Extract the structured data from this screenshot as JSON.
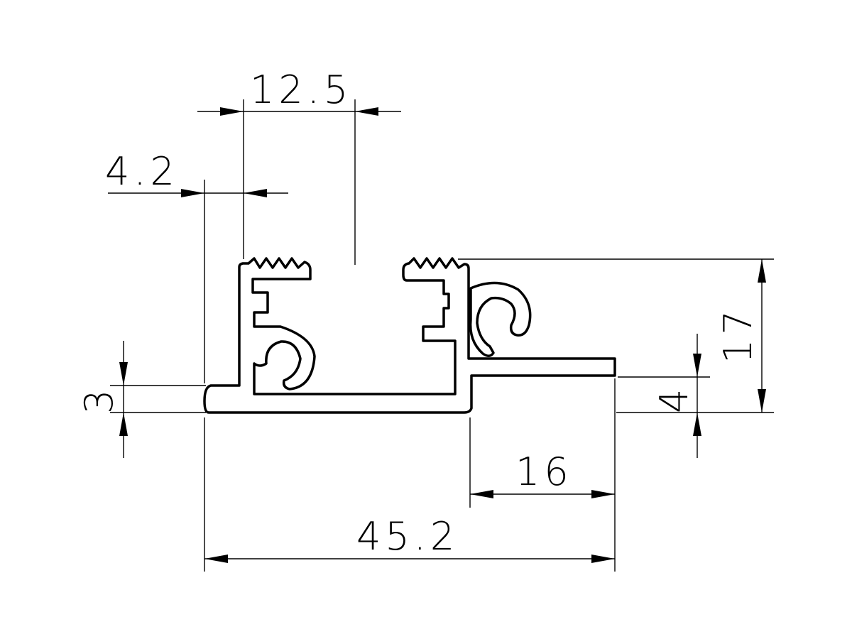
{
  "colors": {
    "background": "#ffffff",
    "line": "#000000"
  },
  "dimensions": {
    "d_12_5": "12.5",
    "d_4_2": "4.2",
    "d_3": "3",
    "d_4": "4",
    "d_17": "17",
    "d_16": "16",
    "d_45_2": "45.2"
  }
}
